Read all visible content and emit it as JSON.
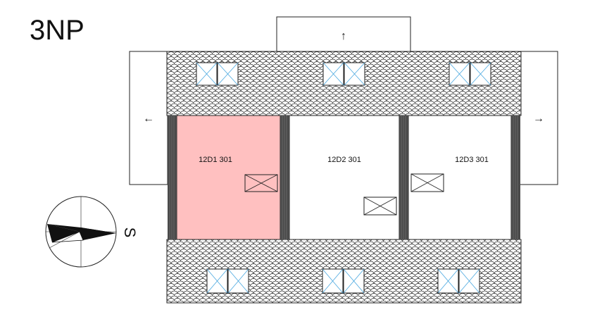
{
  "floor_label": "3NP",
  "compass_letter": "S",
  "colors": {
    "highlight": "#ffc0c0",
    "wall": "#4a4a4a",
    "window": "#4aa8e0"
  },
  "units": [
    {
      "label": "12D1 301",
      "highlighted": true
    },
    {
      "label": "12D2 301",
      "highlighted": false
    },
    {
      "label": "12D3 301",
      "highlighted": false
    }
  ],
  "arrows": {
    "top": "↑",
    "left": "←",
    "right": "→"
  }
}
